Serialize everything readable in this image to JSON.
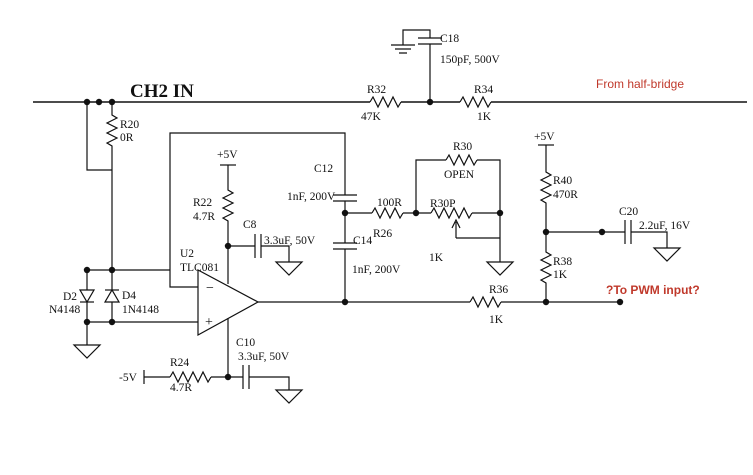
{
  "title": "CH2 IN",
  "annotations": {
    "from_half_bridge": "From half-bridge",
    "to_pwm_input": "?To PWM input?"
  },
  "rails": {
    "pos_5v": "+5V",
    "neg_5v": "-5V"
  },
  "components": {
    "C18": {
      "ref": "C18",
      "value": "150pF, 500V"
    },
    "R32": {
      "ref": "R32",
      "value": "47K"
    },
    "R34": {
      "ref": "R34",
      "value": "1K"
    },
    "R20": {
      "ref": "R20",
      "value": "0R"
    },
    "R30": {
      "ref": "R30",
      "value": "OPEN"
    },
    "C12": {
      "ref": "C12",
      "value": "1nF, 200V"
    },
    "R26": {
      "ref": "R26",
      "value": "100R"
    },
    "R30P": {
      "ref": "R30P",
      "value": "1K"
    },
    "R40": {
      "ref": "R40",
      "value": "470R"
    },
    "C20": {
      "ref": "C20",
      "value": "2.2uF, 16V"
    },
    "R22": {
      "ref": "R22",
      "value": "4.7R"
    },
    "C8": {
      "ref": "C8",
      "value": "3.3uF, 50V"
    },
    "C14": {
      "ref": "C14",
      "value": "1nF, 200V"
    },
    "U2": {
      "ref": "U2",
      "value": "TLC081"
    },
    "R38": {
      "ref": "R38",
      "value": "1K"
    },
    "D2": {
      "ref": "D2",
      "value": "N4148"
    },
    "D4": {
      "ref": "D4",
      "value": "1N4148"
    },
    "R36": {
      "ref": "R36",
      "value": "1K"
    },
    "C10": {
      "ref": "C10",
      "value": "3.3uF, 50V"
    },
    "R24": {
      "ref": "R24",
      "value": "4.7R"
    }
  },
  "opamp_pins": {
    "minus": "−",
    "plus": "+"
  }
}
